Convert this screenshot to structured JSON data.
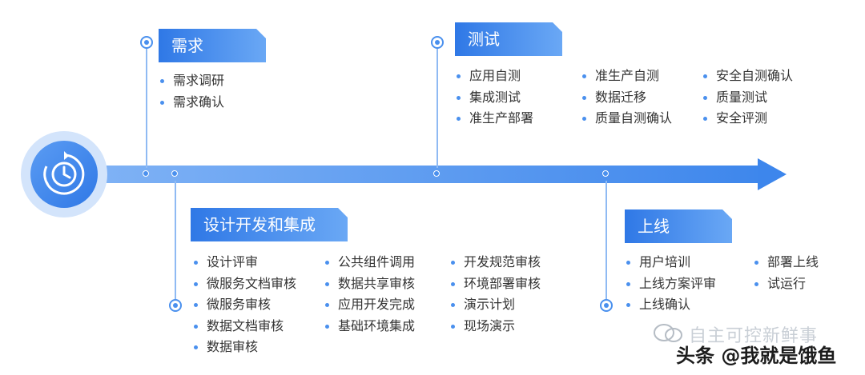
{
  "phases": {
    "requirements": {
      "title": "需求",
      "items": [
        "需求调研",
        "需求确认"
      ]
    },
    "design_dev": {
      "title": "设计开发和集成",
      "col1": [
        "设计评审",
        "微服务文档审核",
        "微服务审核",
        "数据文档审核",
        "数据审核"
      ],
      "col2": [
        "公共组件调用",
        "数据共享审核",
        "应用开发完成",
        "基础环境集成"
      ],
      "col3": [
        "开发规范审核",
        "环境部署审核",
        "演示计划",
        "现场演示"
      ]
    },
    "testing": {
      "title": "测试",
      "col1": [
        "应用自测",
        "集成测试",
        "准生产部署"
      ],
      "col2": [
        "准生产自测",
        "数据迁移",
        "质量自测确认"
      ],
      "col3": [
        "安全自测确认",
        "质量测试",
        "安全评测"
      ]
    },
    "launch": {
      "title": "上线",
      "col1": [
        "用户培训",
        "上线方案评审",
        "上线确认"
      ],
      "col2": [
        "部署上线",
        "试运行"
      ]
    }
  },
  "watermark": {
    "faint": "自主可控新鲜事",
    "main": "头条 @我就是饿鱼"
  },
  "icons": {
    "hub": "clock-refresh-icon",
    "watermark": "wechat-icon"
  },
  "colors": {
    "accent": "#3d86ec",
    "accent_light": "#7fb2f5",
    "text": "#333333"
  }
}
